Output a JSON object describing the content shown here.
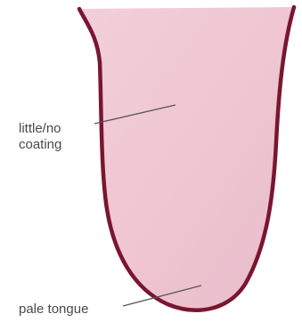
{
  "labels": {
    "coating_line1": "little/no",
    "coating_line2": "coating",
    "pale_tongue": "pale tongue"
  },
  "colors": {
    "tongue_fill": "#efc7d2",
    "tongue_outline": "#7a1532",
    "leader_line": "#555555",
    "label_text": "#4a4a4a",
    "background": "#ffffff"
  }
}
